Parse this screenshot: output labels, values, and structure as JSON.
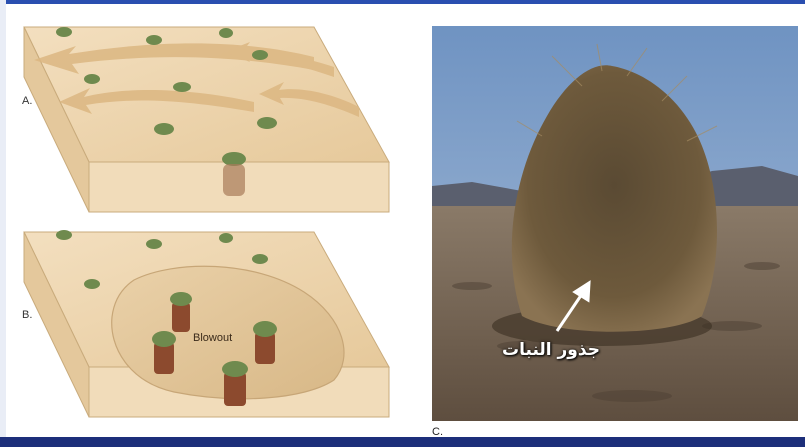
{
  "labels": {
    "a": "A.",
    "b": "B.",
    "c": "C."
  },
  "diagram": {
    "blowout_label": "Blowout"
  },
  "photo": {
    "caption_arabic": "جذور النبات"
  },
  "colors": {
    "sand": "#e8cfa6",
    "sand_side": "#f1dcba",
    "bush": "#6f8a4e",
    "frame_blue": "#2a4fb0",
    "sky": "#7e9fc7"
  },
  "icons": {
    "wind_arrows": "wind-arrow-icon",
    "shrub": "shrub-icon"
  }
}
